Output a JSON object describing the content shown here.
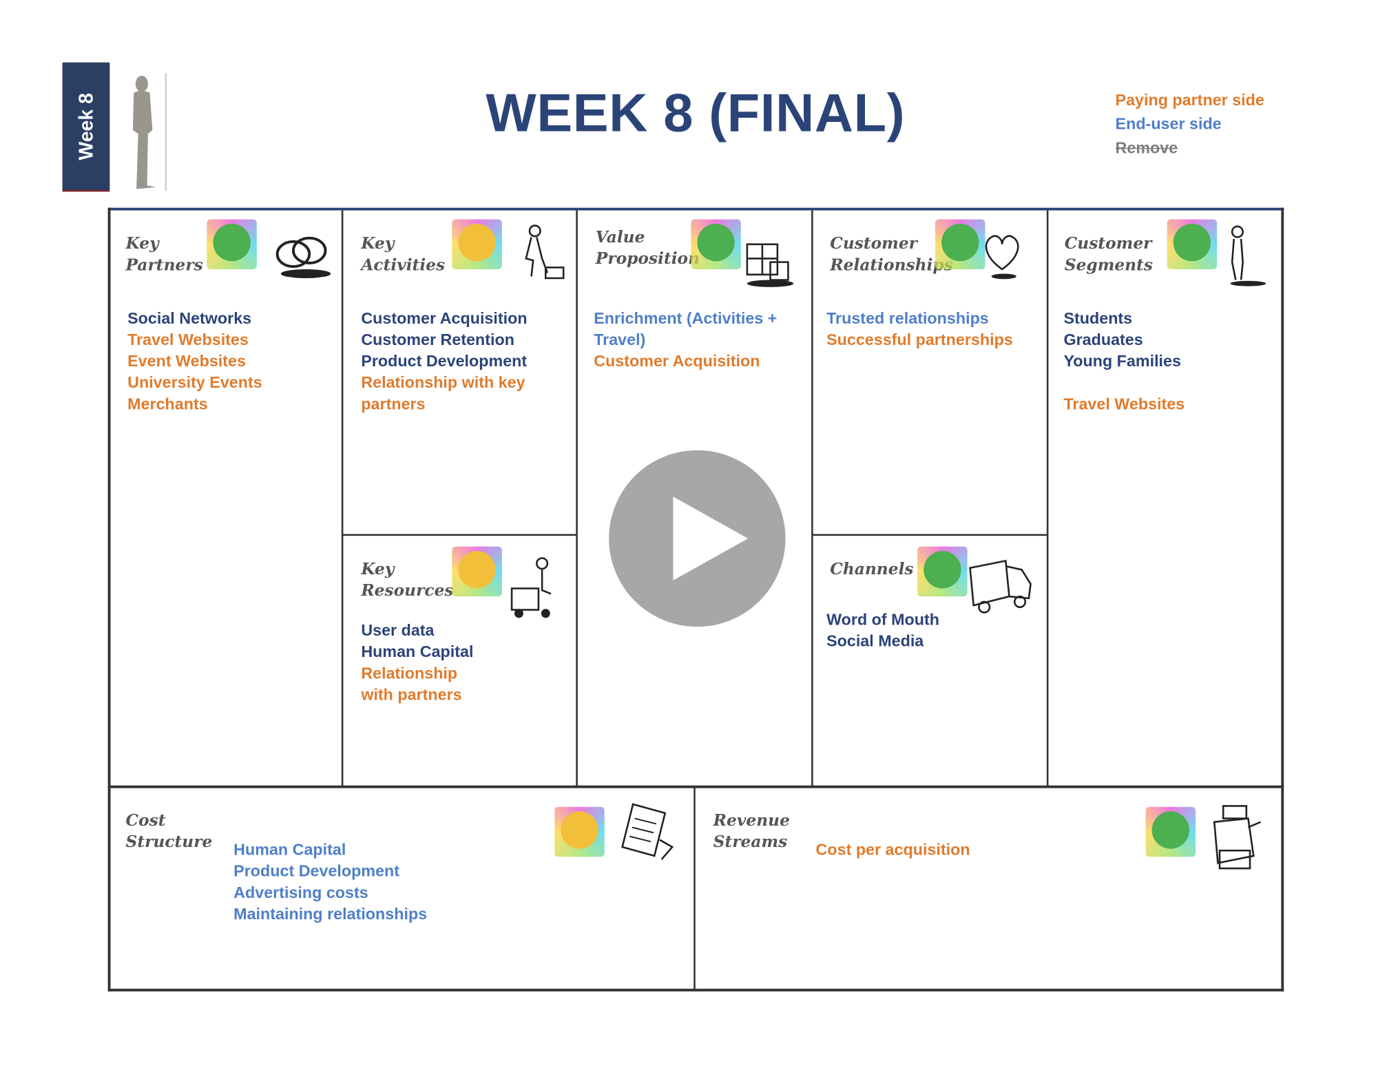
{
  "week_tab": "Week 8",
  "title": "WEEK 8 (FINAL)",
  "legend": {
    "paying": "Paying partner side",
    "enduser": "End-user side",
    "remove": "Remove"
  },
  "colors": {
    "paying": "#e07b2c",
    "enduser": "#4f7fc6",
    "navy": "#2b4478",
    "green": "#4caf50",
    "yellow": "#f2bf3a"
  },
  "blocks": {
    "key_partners": {
      "title1": "Key",
      "title2": "Partners",
      "status": "green",
      "items": [
        "Social Networks",
        "Travel Websites",
        "Event Websites",
        "University Events",
        "Merchants"
      ]
    },
    "key_activities": {
      "title1": "Key",
      "title2": "Activities",
      "status": "yellow",
      "items": [
        "Customer Acquisition",
        "Customer Retention",
        "Product Development",
        "Relationship with key",
        "partners"
      ]
    },
    "key_resources": {
      "title1": "Key",
      "title2": "Resources",
      "status": "yellow",
      "items": [
        "User data",
        "Human Capital",
        "Relationship",
        "with partners"
      ]
    },
    "value_proposition": {
      "title1": "Value",
      "title2": "Proposition",
      "status": "green",
      "items": [
        "Enrichment (Activities +",
        "Travel)",
        "Customer Acquisition"
      ]
    },
    "customer_relationships": {
      "title1": "Customer",
      "title2": "Relationships",
      "status": "green",
      "items": [
        "Trusted relationships",
        "Successful partnerships"
      ]
    },
    "channels": {
      "title1": "Channels",
      "status": "green",
      "items": [
        "Word of Mouth",
        "Social Media"
      ]
    },
    "customer_segments": {
      "title1": "Customer",
      "title2": "Segments",
      "status": "green",
      "items": [
        "Students",
        "Graduates",
        "Young Families",
        "Travel Websites"
      ]
    },
    "cost_structure": {
      "title1": "Cost",
      "title2": "Structure",
      "status": "yellow",
      "items": [
        "Human Capital",
        "Product Development",
        "Advertising costs",
        "Maintaining relationships"
      ]
    },
    "revenue_streams": {
      "title1": "Revenue",
      "title2": "Streams",
      "status": "green",
      "items": [
        "Cost per acquisition"
      ]
    }
  },
  "icons": {
    "week": "person-silhouette-icon",
    "play": "play-icon",
    "key_partners": "rings-icon",
    "key_activities": "worker-icon",
    "key_resources": "forklift-icon",
    "value_proposition": "gift-icon",
    "customer_relationships": "heart-icon",
    "channels": "truck-icon",
    "customer_segments": "person-icon",
    "cost_structure": "receipt-icon",
    "revenue_streams": "cash-register-icon"
  }
}
